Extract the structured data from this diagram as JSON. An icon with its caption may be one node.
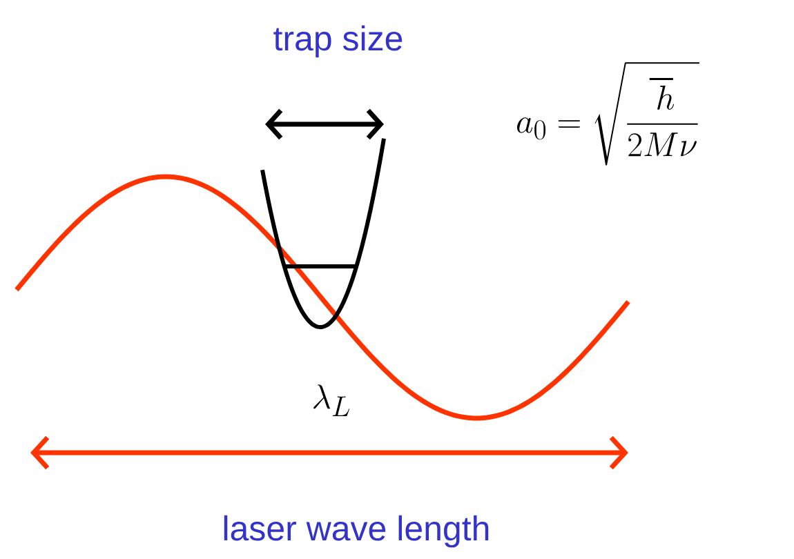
{
  "diagram": {
    "labels": [
      "trap size",
      "a_0 = \\sqrt{\\frac{\\hbar}{2M\\nu}}",
      "\\lambda_L",
      "laser wave length"
    ]
  }
}
